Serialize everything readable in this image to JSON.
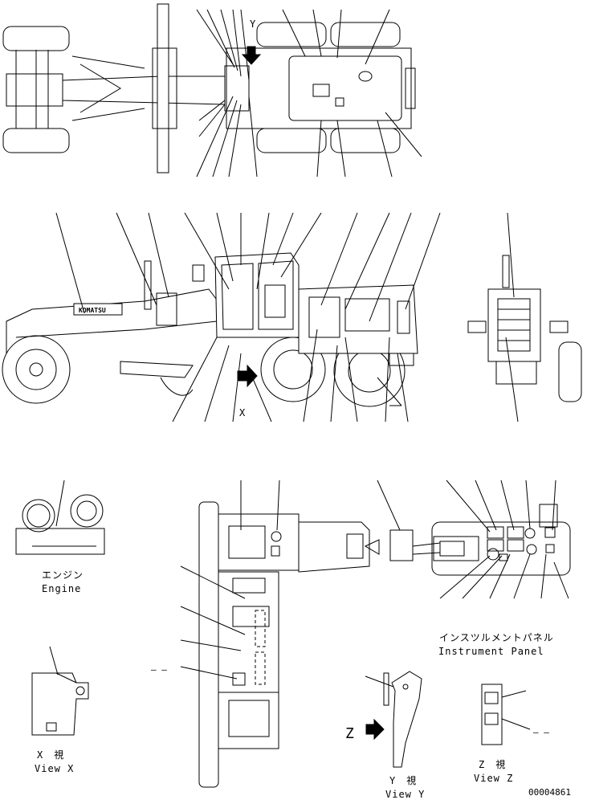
{
  "labels": {
    "view_y_marker": "Y",
    "view_x_marker": "X",
    "view_z_marker": "Z",
    "engine_jp": "エンジン",
    "engine_en": "Engine",
    "panel_jp": "インスツルメントパネル",
    "panel_en": "Instrument Panel",
    "view_x_jp": "X　視",
    "view_x_en": "View X",
    "view_y_jp": "Y　視",
    "view_y_en": "View Y",
    "view_z_jp": "Z　視",
    "view_z_en": "View Z",
    "dash_left": "– –",
    "dash_right": "– –",
    "brand": "KOMATSU",
    "drawing_number": "00004861"
  }
}
